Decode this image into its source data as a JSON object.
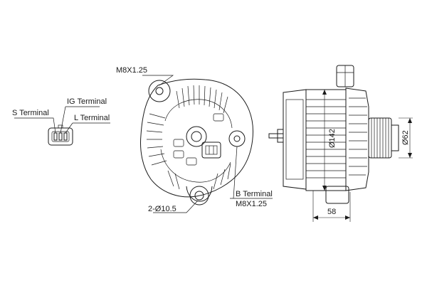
{
  "labels": {
    "s_terminal": "S Terminal",
    "ig_terminal": "IG Terminal",
    "l_terminal": "L Terminal",
    "m8_top": "M8X1.25",
    "b_terminal": "B Terminal",
    "m8_bottom": "M8X1.25",
    "mount_holes": "2-Ø10.5",
    "dia_body": "Ø142",
    "dia_pulley": "Ø62",
    "width": "58"
  },
  "colors": {
    "line": "#1a1a1a",
    "background": "#ffffff"
  }
}
